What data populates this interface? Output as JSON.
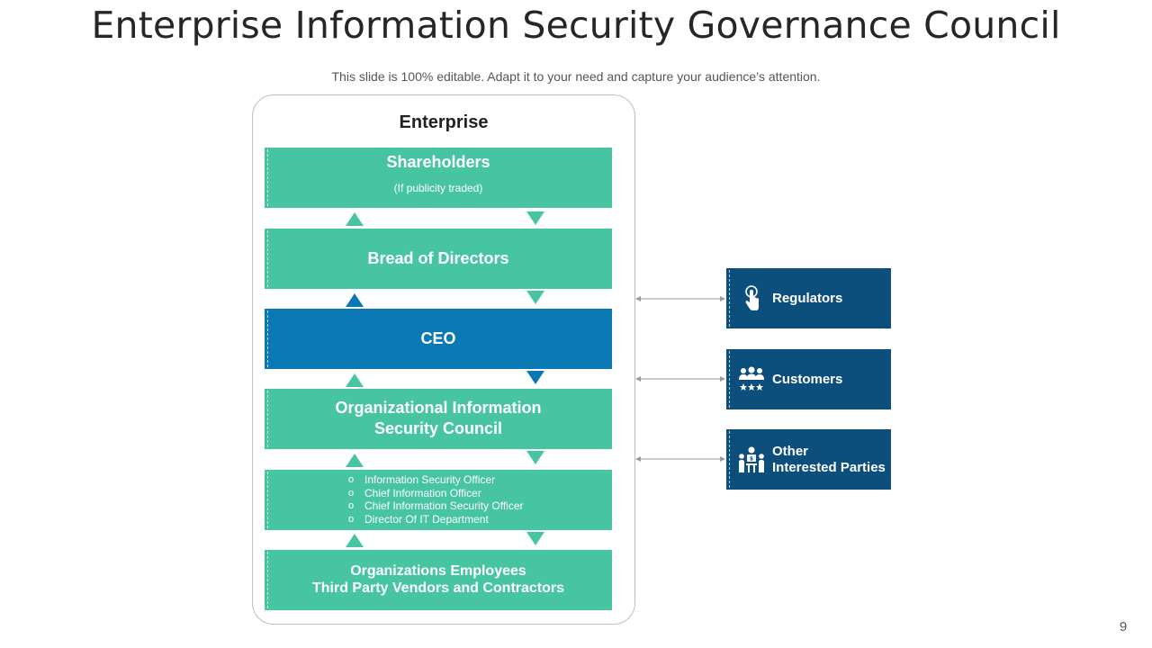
{
  "slide": {
    "title": "Enterprise Information Security Governance Council",
    "subtitle": "This slide is 100% editable. Adapt it to your need and capture your audience’s attention.",
    "page_number": "9"
  },
  "enterprise": {
    "label": "Enterprise",
    "shareholders": {
      "title": "Shareholders",
      "note": "(If publicity traded)"
    },
    "board": {
      "title": "Bread of Directors"
    },
    "ceo": {
      "title": "CEO"
    },
    "council": {
      "title": "Organizational Information\nSecurity Council"
    },
    "officers": {
      "items": [
        "Information Security Officer",
        "Chief Information Officer",
        "Chief Information Security Officer",
        "Director Of IT Department"
      ]
    },
    "employees": {
      "title": "Organizations Employees\nThird Party Vendors and Contractors"
    }
  },
  "stakeholders": {
    "regulators": {
      "label": "Regulators",
      "icon": "hand-pointer-icon"
    },
    "customers": {
      "label": "Customers",
      "icon": "customers-rating-icon"
    },
    "other": {
      "label": "Other\nInterested Parties",
      "icon": "meeting-group-icon"
    }
  },
  "colors": {
    "tier_green": "#47c5a2",
    "ceo_blue": "#0a79b3",
    "stakeholder_navy": "#0d4f7c",
    "connector_gray": "#9a9a9a"
  }
}
